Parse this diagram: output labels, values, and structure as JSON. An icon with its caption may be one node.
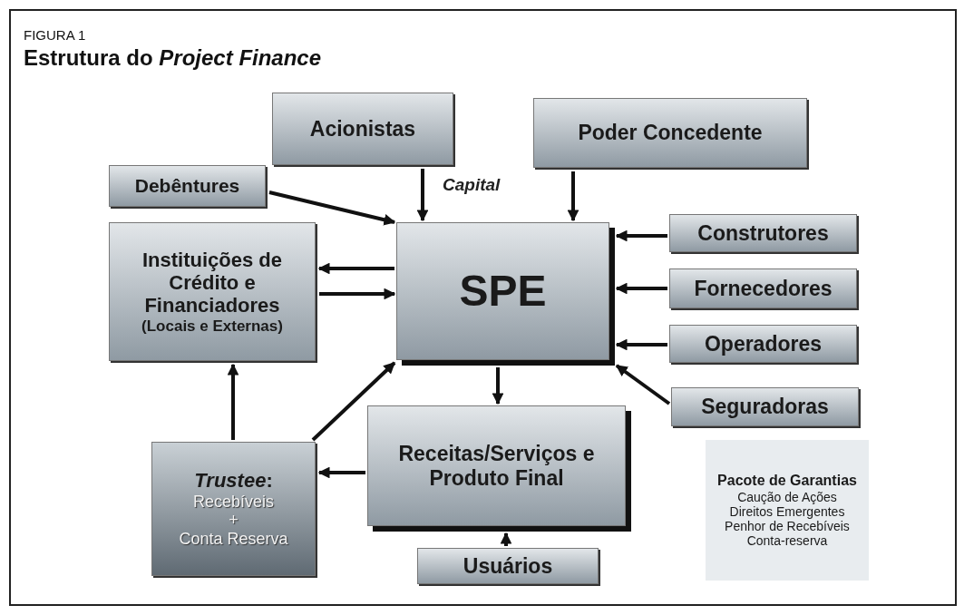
{
  "diagram": {
    "title": "Estrutura do *Project Finance*",
    "nodes": [
      {
        "text": [
          "Acionistas"
        ]
      },
      {
        "text": [
          "Poder Concedente"
        ]
      },
      {
        "text": [
          "Debêntures"
        ]
      },
      {
        "text": [
          "Instituições de Crédito e Financiadores",
          "(Locais e Externas)"
        ]
      },
      {
        "text": [
          "SPE"
        ]
      },
      {
        "text": [
          "Construtores"
        ]
      },
      {
        "text": [
          "Fornecedores"
        ]
      },
      {
        "text": [
          "Operadores"
        ]
      },
      {
        "text": [
          "Seguradoras"
        ]
      },
      {
        "text": [
          "*Trustee*:",
          "Recebíveis",
          "+",
          "Conta Reserva"
        ]
      },
      {
        "text": [
          "Receitas/Serviços e Produto Final"
        ]
      },
      {
        "text": [
          "Usuários"
        ]
      },
      {
        "text": [
          "Pacote de Garantias",
          "Caução de Ações",
          "Direitos Emergentes",
          "Penhor de Recebíveis",
          "Conta-reserva"
        ]
      }
    ],
    "edges": [
      {
        "from": 0,
        "to": 4,
        "arrow": "to",
        "label": "Capital"
      },
      {
        "from": 1,
        "to": 4,
        "arrow": "to"
      },
      {
        "from": 2,
        "to": 4,
        "arrow": "to"
      },
      {
        "from": 4,
        "to": 3,
        "arrow": "to"
      },
      {
        "from": 3,
        "to": 4,
        "arrow": "to"
      },
      {
        "from": 5,
        "to": 4,
        "arrow": "to"
      },
      {
        "from": 6,
        "to": 4,
        "arrow": "to"
      },
      {
        "from": 7,
        "to": 4,
        "arrow": "to"
      },
      {
        "from": 8,
        "to": 4,
        "arrow": "to"
      },
      {
        "from": 4,
        "to": 10,
        "arrow": "to"
      },
      {
        "from": 11,
        "to": 10,
        "arrow": "to"
      },
      {
        "from": 10,
        "to": 9,
        "arrow": "to"
      },
      {
        "from": 9,
        "to": 3,
        "arrow": "to"
      },
      {
        "from": 9,
        "to": 4,
        "arrow": "to"
      }
    ],
    "labels": [
      "FIGURA 1"
    ]
  }
}
